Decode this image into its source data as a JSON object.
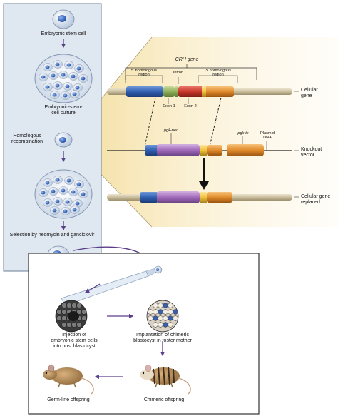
{
  "left_panel": {
    "embryonic_stem_cell": "Embryonic stem cell",
    "esc_culture_line1": "Embryonic-stem-",
    "esc_culture_line2": "cell culture",
    "homologous_line1": "Homologous",
    "homologous_line2": "recombination",
    "selection": "Selection by neomycin and ganciclovir"
  },
  "gene_map": {
    "crh_gene": "CRH gene",
    "five_prime_line1": "5' homologous",
    "five_prime_line2": "region",
    "intron": "Intron",
    "three_prime_line1": "3' homologous",
    "three_prime_line2": "region",
    "exon1": "Exon 1",
    "exon2": "Exon 2",
    "cellular_gene_line1": "Cellular",
    "cellular_gene_line2": "gene",
    "pgk_neo": "pgk-neo",
    "pgk_tk": "pgk-tk",
    "plasmid_line1": "Plasmid",
    "plasmid_line2": "DNA",
    "knockout_line1": "Knockout",
    "knockout_line2": "vector",
    "replaced_line1": "Cellular gene",
    "replaced_line2": "replaced"
  },
  "bottom_panel": {
    "injection_line1": "Injection of",
    "injection_line2": "embryonic stem cells",
    "injection_line3": "into host blastocyst",
    "implant_line1": "Implantation of chimeric",
    "implant_line2": "blastocyst in foster mother",
    "germline": "Germ-line offspring",
    "chimeric": "Chimeric offspring"
  },
  "colors": {
    "five_prime_blue": "#2f5fb0",
    "exon_green": "#8fae5a",
    "exon2_red": "#c8342a",
    "orange": "#e08a2a",
    "neo_purple": "#a06ab8",
    "rod_tan": "#cfc4a6",
    "panel_blue": "#dfe7f1",
    "arrow_purple": "#5b3f8a"
  }
}
